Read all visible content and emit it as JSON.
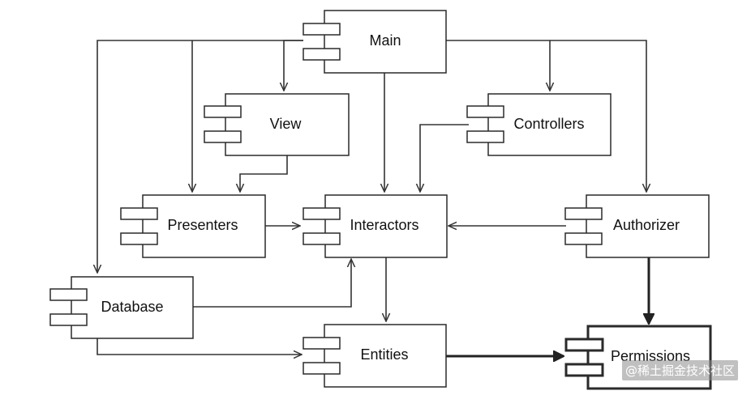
{
  "components": {
    "main": "Main",
    "view": "View",
    "controllers": "Controllers",
    "presenters": "Presenters",
    "interactors": "Interactors",
    "authorizer": "Authorizer",
    "database": "Database",
    "entities": "Entities",
    "permissions": "Permissions"
  },
  "dependencies": [
    {
      "from": "Main",
      "to": "View"
    },
    {
      "from": "Main",
      "to": "Presenters"
    },
    {
      "from": "Main",
      "to": "Database"
    },
    {
      "from": "Main",
      "to": "Interactors"
    },
    {
      "from": "Main",
      "to": "Controllers"
    },
    {
      "from": "Main",
      "to": "Authorizer"
    },
    {
      "from": "View",
      "to": "Presenters"
    },
    {
      "from": "Controllers",
      "to": "Interactors"
    },
    {
      "from": "Presenters",
      "to": "Interactors"
    },
    {
      "from": "Authorizer",
      "to": "Interactors"
    },
    {
      "from": "Database",
      "to": "Interactors"
    },
    {
      "from": "Database",
      "to": "Entities"
    },
    {
      "from": "Interactors",
      "to": "Entities"
    },
    {
      "from": "Entities",
      "to": "Permissions",
      "emphasis": "bold"
    },
    {
      "from": "Authorizer",
      "to": "Permissions",
      "emphasis": "bold"
    }
  ],
  "watermark": "@稀土掘金技术社区"
}
